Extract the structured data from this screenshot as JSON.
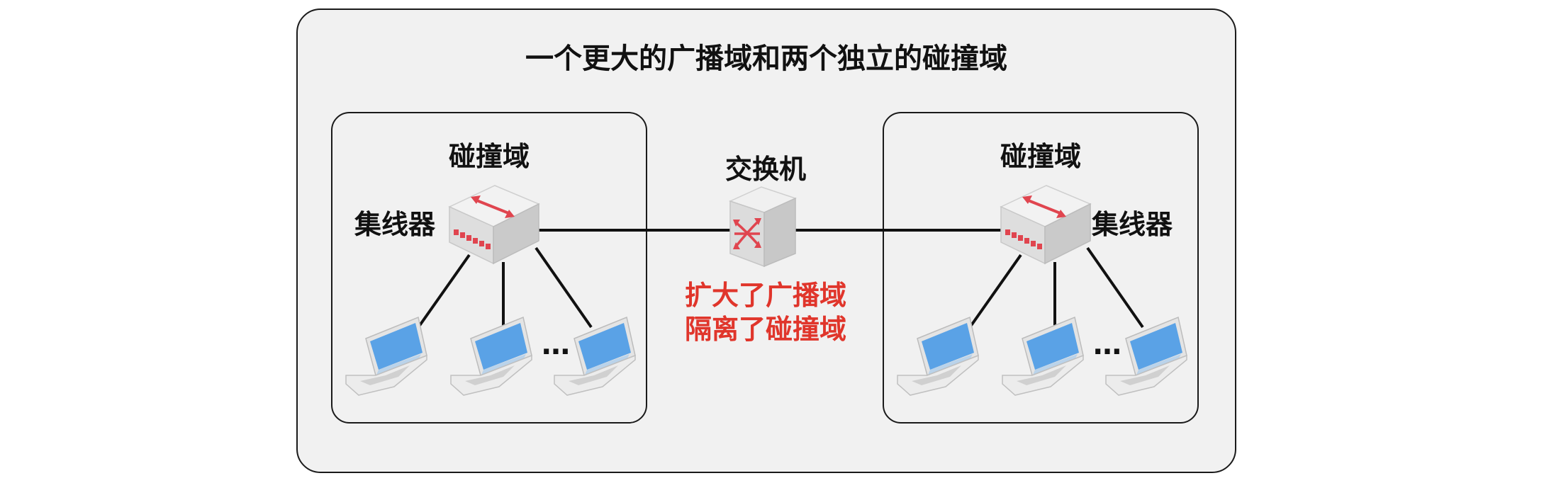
{
  "title": "一个更大的广播域和两个独立的碰撞域",
  "collision_domains": [
    {
      "label": "碰撞域",
      "hub_label": "集线器",
      "ellipsis": "…"
    },
    {
      "label": "碰撞域",
      "hub_label": "集线器",
      "ellipsis": "…"
    }
  ],
  "switch": {
    "label": "交换机"
  },
  "effects": [
    "扩大了广播域",
    "隔离了碰撞域"
  ],
  "colors": {
    "effect_text": "#e0352b",
    "device_accent": "#e0454f",
    "screen": "#5aa2e6",
    "panel_bg": "#f1f1f1"
  }
}
